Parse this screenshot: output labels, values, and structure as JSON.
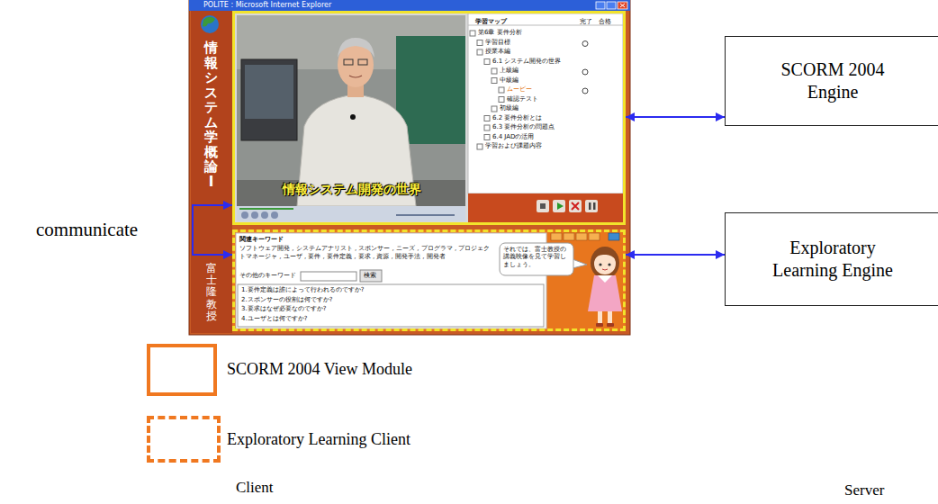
{
  "diagram": {
    "nodes": [
      {
        "text": [
          "POLITE : Microsoft Internet Explorer",
          "情報システム学概論Ⅰ",
          "富士 隆 教授"
        ]
      },
      {
        "text": [
          "情報システム開発の世界",
          "学習マップ",
          "完了",
          "合格",
          "第6章 要件分析",
          "学習目標",
          "授業本編",
          "6.1 システム開発の世界",
          "上級編",
          "中級編",
          "ムービー",
          "確認テスト",
          "初級編",
          "6.2 要件分析とは",
          "6.3 要件分析の問題点",
          "6.4 JADの活用",
          "学習および課題内容"
        ],
        "in": 0
      },
      {
        "text": [
          "SCORM 2004 Engine"
        ]
      },
      {
        "text": [
          "関連キーワード",
          "ソフトウェア開発 , システムアナリスト , スポンサー , ニーズ , プログラマ , プロジェクトマネージャ , ユーザ , 要件 , 要件定義 , 要求 , 資源 , 開発手法 , 開発者",
          "その他のキーワード",
          "検索",
          "1.要件定義は誰によって行われるのですか?",
          "2.スポンサーの役割は何ですか?",
          "3.要求はなぜ必要なのですか?",
          "4.ユーザとは何ですか?",
          "それでは、富士教授の講義映像を見て学習しましょう。"
        ],
        "in": 0
      },
      {
        "text": [
          "Exploratory Learning Engine"
        ]
      }
    ],
    "edges": [
      {
        "from": 1,
        "to": 2,
        "arrow": "both"
      },
      {
        "from": 1,
        "to": 3,
        "label": "communicate",
        "arrow": "both"
      },
      {
        "from": 3,
        "to": 4,
        "arrow": "both"
      }
    ],
    "labels": [
      "Client",
      "Server"
    ],
    "legend": [
      {
        "text": "SCORM 2004 View Module"
      },
      {
        "text": "Exploratory Learning Client"
      }
    ]
  }
}
